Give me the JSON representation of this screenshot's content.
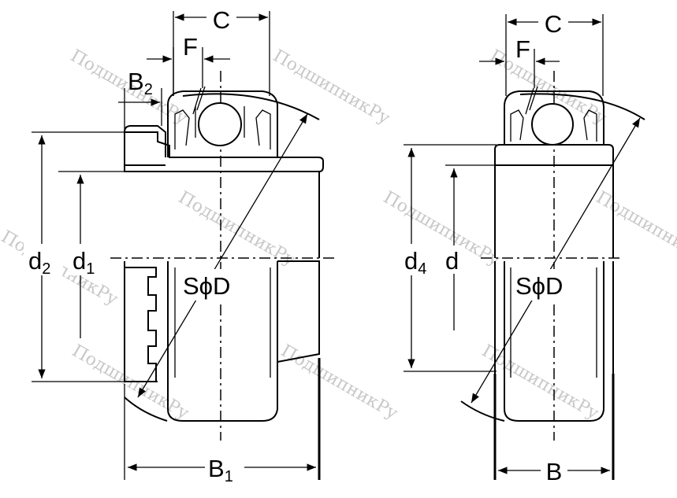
{
  "watermark": "ПодшипникРу",
  "left_bearing": {
    "labels": {
      "C": "C",
      "F": "F",
      "B2": "B",
      "B2_sub": "2",
      "d2": "d",
      "d2_sub": "2",
      "d1": "d",
      "d1_sub": "1",
      "SD": "SϕD",
      "B1": "B",
      "B1_sub": "1"
    }
  },
  "right_bearing": {
    "labels": {
      "C": "C",
      "F": "F",
      "d4": "d",
      "d4_sub": "4",
      "d": "d",
      "SD": "SϕD",
      "B": "B"
    }
  }
}
